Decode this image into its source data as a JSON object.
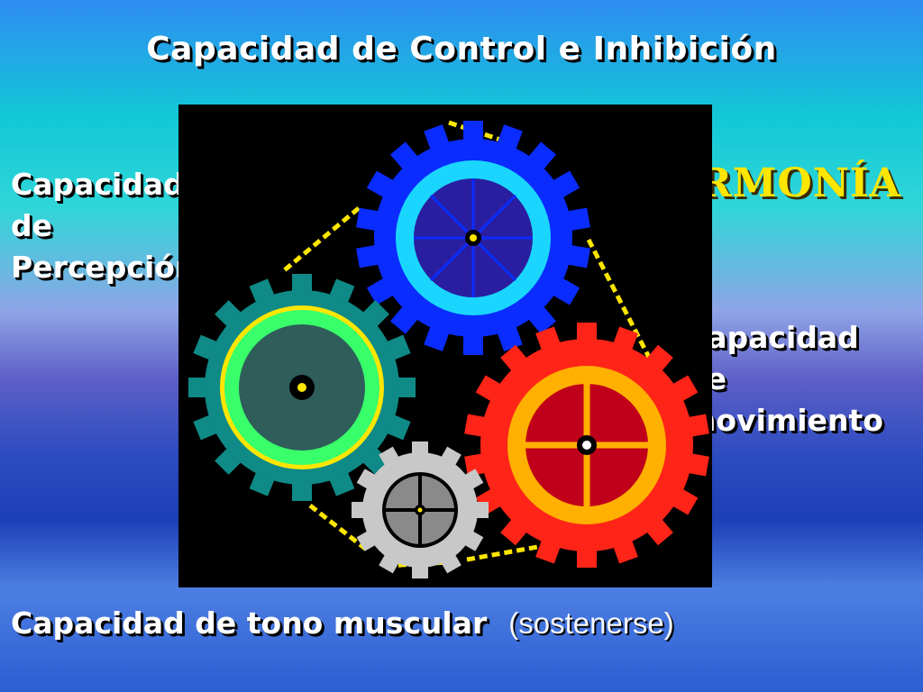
{
  "title": "Capacidad de Control e Inhibición",
  "labels": {
    "perception": [
      "Capacidad",
      "de",
      "Percepción"
    ],
    "movement": [
      "Capacidad",
      "de",
      "movimiento"
    ]
  },
  "harmony": "ARMONÍA",
  "bottom": {
    "bold": "Capacidad de tono muscular",
    "normal": "(sostenerse)"
  },
  "colors": {
    "panel": "#000000",
    "chain": "#ffe600",
    "gear_top": "#0a2cff",
    "gear_left": "#0f8a86",
    "gear_right": "#ff2418",
    "gear_small": "#c8c8c8"
  }
}
